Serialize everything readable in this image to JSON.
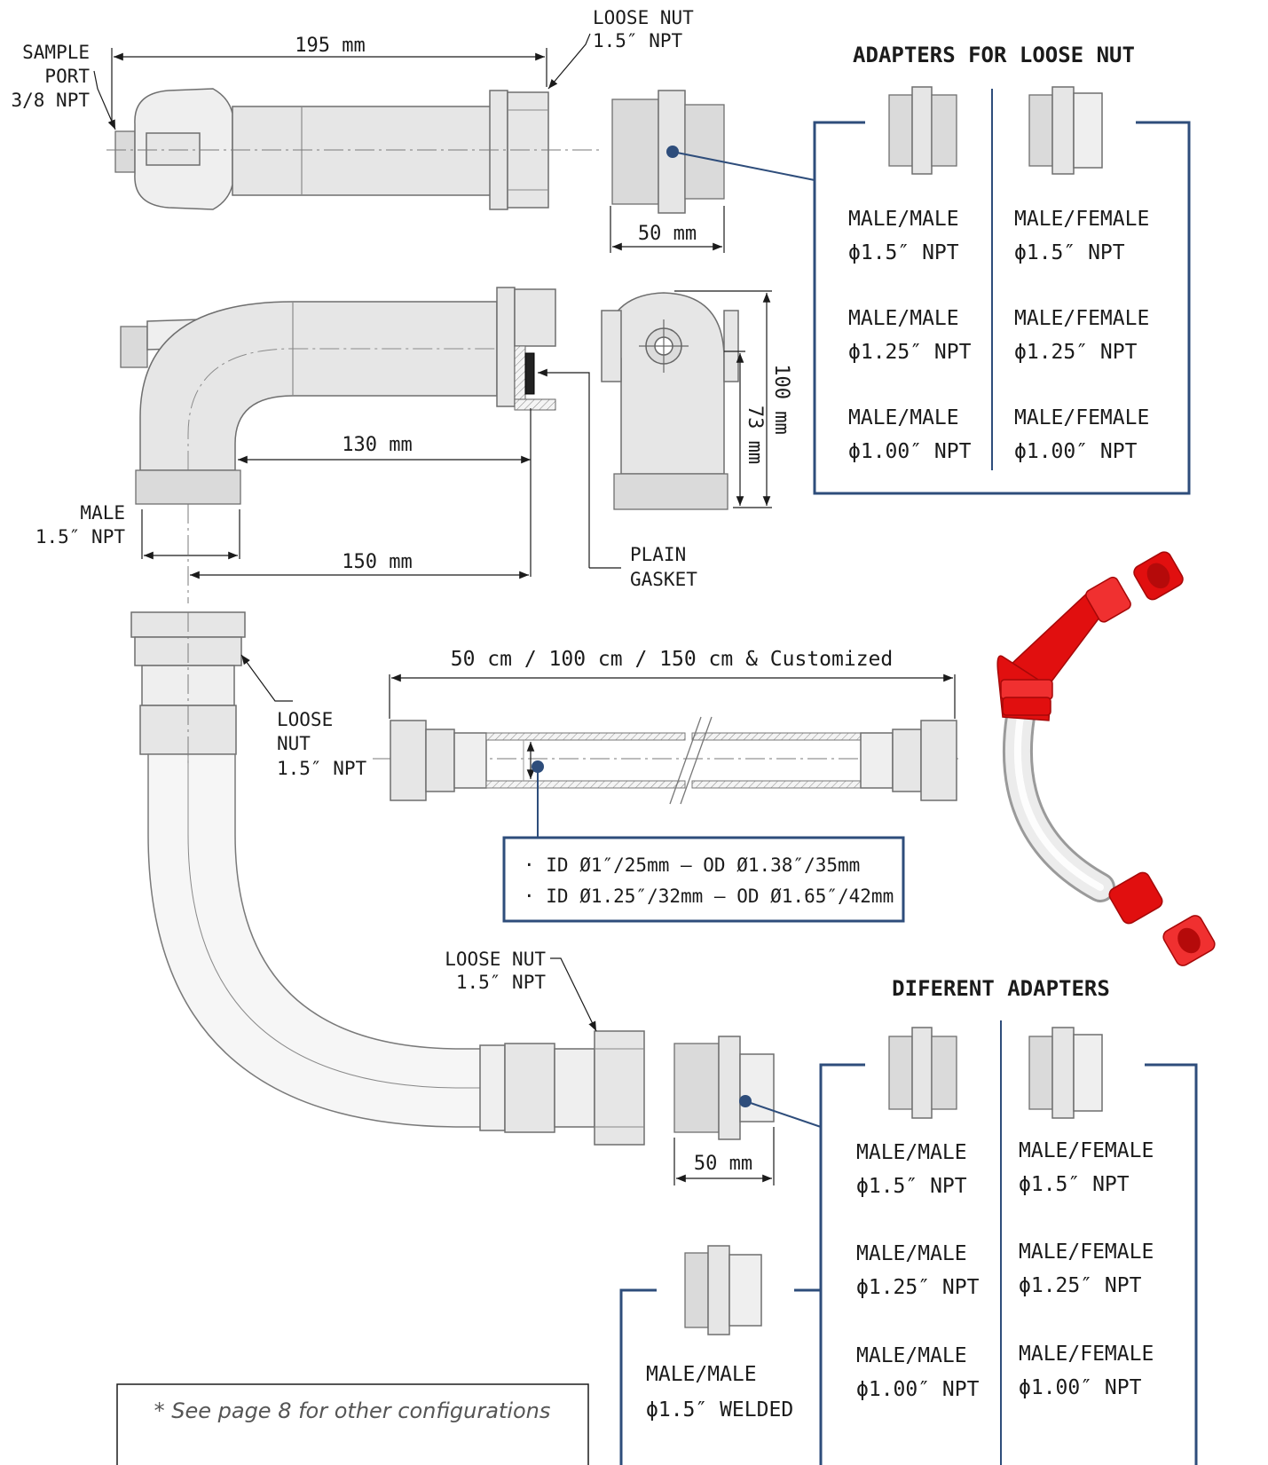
{
  "top_view": {
    "sample_port": [
      "SAMPLE",
      "PORT",
      "3/8 NPT"
    ],
    "length_dim": "195 mm",
    "loose_nut": [
      "LOOSE NUT",
      "1.5″ NPT"
    ],
    "adapter_dim": "50 mm"
  },
  "adapters_top": {
    "title": "ADAPTERS FOR LOOSE NUT",
    "male_male": [
      [
        "MALE/MALE",
        "ϕ1.5″ NPT"
      ],
      [
        "MALE/MALE",
        "ϕ1.25″ NPT"
      ],
      [
        "MALE/MALE",
        "ϕ1.00″ NPT"
      ]
    ],
    "male_female": [
      [
        "MALE/FEMALE",
        "ϕ1.5″ NPT"
      ],
      [
        "MALE/FEMALE",
        "ϕ1.25″ NPT"
      ],
      [
        "MALE/FEMALE",
        "ϕ1.00″ NPT"
      ]
    ]
  },
  "elbow_view": {
    "dim_130": "130 mm",
    "dim_150": "150 mm",
    "male": [
      "MALE",
      "1.5″ NPT"
    ],
    "gasket": [
      "PLAIN",
      "GASKET"
    ],
    "dim_100": "100 mm",
    "dim_73": "73 mm"
  },
  "hose_view": {
    "length": "50 cm / 100 cm / 150 cm & Customized",
    "loose_nut_left": [
      "LOOSE",
      "NUT",
      "1.5″ NPT"
    ],
    "specs": [
      "· ID Ø1″/25mm – OD Ø1.38″/35mm",
      "· ID Ø1.25″/32mm – OD Ø1.65″/42mm"
    ],
    "loose_nut_bottom": [
      "LOOSE NUT",
      "1.5″ NPT"
    ],
    "adapter_dim": "50 mm"
  },
  "adapters_bottom": {
    "title": "DIFERENT ADAPTERS",
    "male_male": [
      [
        "MALE/MALE",
        "ϕ1.5″ NPT"
      ],
      [
        "MALE/MALE",
        "ϕ1.25″ NPT"
      ],
      [
        "MALE/MALE",
        "ϕ1.00″ NPT"
      ]
    ],
    "male_female": [
      [
        "MALE/FEMALE",
        "ϕ1.5″ NPT"
      ],
      [
        "MALE/FEMALE",
        "ϕ1.25″ NPT"
      ],
      [
        "MALE/FEMALE",
        "ϕ1.00″ NPT"
      ]
    ],
    "welded": [
      "MALE/MALE",
      "ϕ1.5″ WELDED"
    ]
  },
  "note": "* See page 8 for other configurations",
  "colors": {
    "frame": "#2e4d7b",
    "accent_red": "#e10f0f",
    "part_grey": "#e6e6e6"
  }
}
